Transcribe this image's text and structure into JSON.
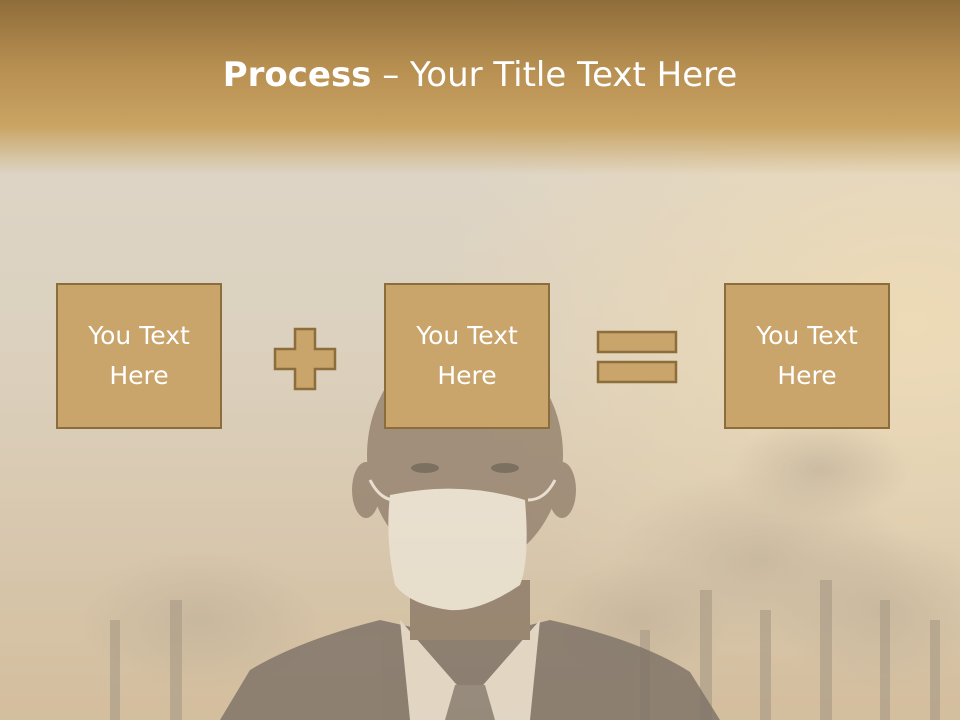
{
  "slide": {
    "title_bold": "Process",
    "title_rest": " – Your Title Text Here",
    "boxes": [
      {
        "label": "You Text Here"
      },
      {
        "label": "You Text Here"
      },
      {
        "label": "You Text Here"
      }
    ],
    "operators": [
      "plus-icon",
      "equals-icon"
    ]
  },
  "colors": {
    "title_band": "#b89052",
    "box_fill": "#c9a46b",
    "box_border": "#8c6d3c",
    "text": "#ffffff"
  }
}
